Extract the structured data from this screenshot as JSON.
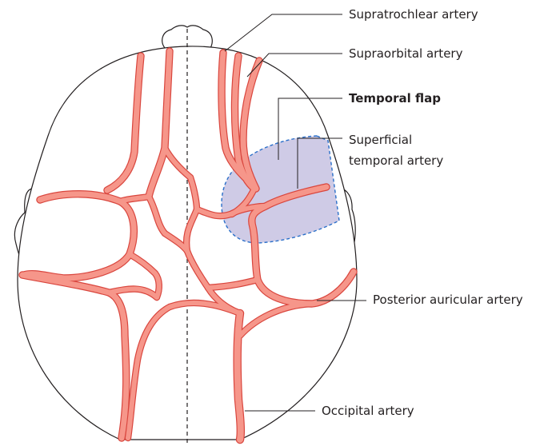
{
  "colors": {
    "artery_fill": "#f6968a",
    "artery_edge": "#d9463e",
    "flap_fill": "#cfcbe6",
    "flap_edge": "#2a6fc9",
    "outline": "#231f20"
  },
  "labels": {
    "supratrochlear": "Supratrochlear artery",
    "supraorbital": "Supraorbital artery",
    "temporal_flap": "Temporal flap",
    "superficial_temporal_line1": "Superficial",
    "superficial_temporal_line2": "temporal artery",
    "posterior_auricular": "Posterior auricular artery",
    "occipital": "Occipital artery"
  }
}
